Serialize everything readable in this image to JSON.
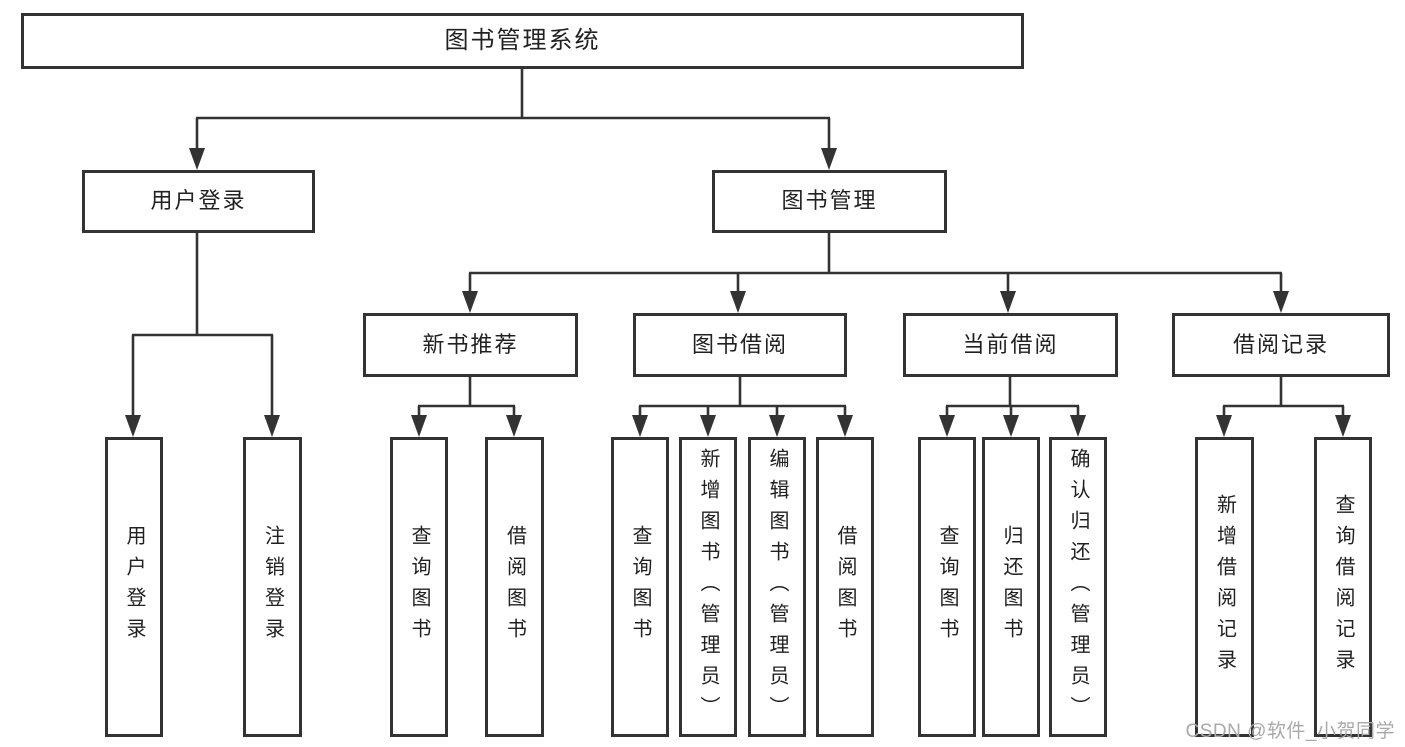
{
  "diagram": {
    "root": {
      "label": "图书管理系统"
    },
    "user": {
      "label": "用户登录",
      "children": [
        {
          "label": "用户登录"
        },
        {
          "label": "注销登录"
        }
      ]
    },
    "book": {
      "label": "图书管理",
      "sections": [
        {
          "label": "新书推荐",
          "children": [
            {
              "label": "查询图书"
            },
            {
              "label": "借阅图书"
            }
          ]
        },
        {
          "label": "图书借阅",
          "children": [
            {
              "label": "查询图书"
            },
            {
              "label": "新增图书（管理员）"
            },
            {
              "label": "编辑图书（管理员）"
            },
            {
              "label": "借阅图书"
            }
          ]
        },
        {
          "label": "当前借阅",
          "children": [
            {
              "label": "查询图书"
            },
            {
              "label": "归还图书"
            },
            {
              "label": "确认归还（管理员）"
            }
          ]
        },
        {
          "label": "借阅记录",
          "children": [
            {
              "label": "新增借阅记录"
            },
            {
              "label": "查询借阅记录"
            }
          ]
        }
      ]
    }
  },
  "watermark": {
    "text": "CSDN @软件_小贺同学"
  },
  "colors": {
    "line": "#333333",
    "text": "#212121",
    "background": "#ffffff",
    "watermark": "#a9a9a9"
  }
}
